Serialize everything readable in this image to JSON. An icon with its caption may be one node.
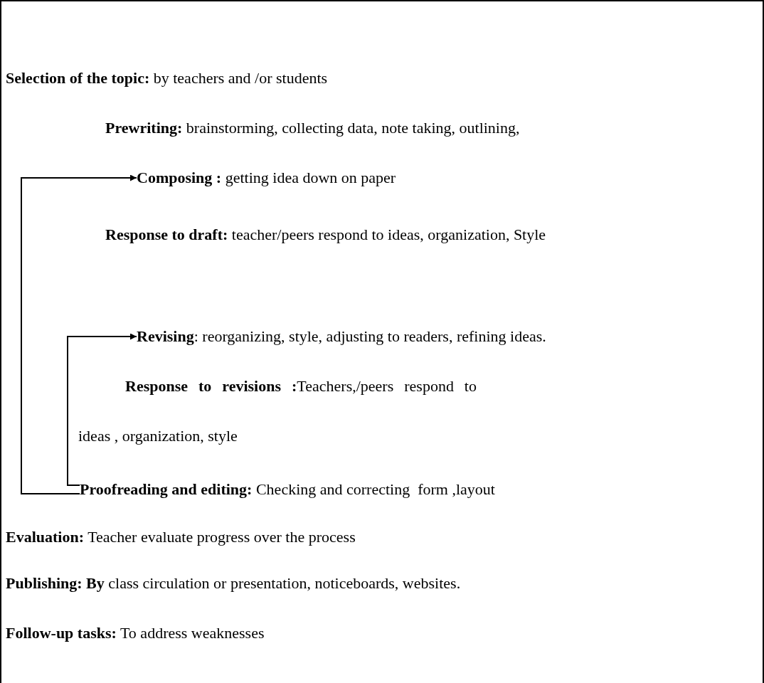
{
  "diagram": {
    "nodes": [
      {
        "text": [
          "**Selection of the topic:** by teachers and /or students"
        ]
      },
      {
        "text": [
          "**Prewriting:** brainstorming, collecting data, note taking, outlining,"
        ]
      },
      {
        "text": [
          "**Composing :** getting idea down on paper"
        ]
      },
      {
        "text": [
          "**Response to draft:** teacher/peers respond to ideas, organization, Style"
        ]
      },
      {
        "text": [
          "**Revising**: reorganizing, style, adjusting to readers, refining ideas."
        ]
      },
      {
        "text": [
          "**Response to revisions :**Teachers,/peers respond to ideas , organization, style"
        ]
      },
      {
        "text": [
          "**Proofreading and editing:** Checking and correcting  form ,layout"
        ]
      },
      {
        "text": [
          "**Evaluation:** Teacher evaluate progress over the process"
        ]
      },
      {
        "text": [
          "**Publishing: By** class circulation or presentation, noticeboards, websites."
        ]
      },
      {
        "text": [
          "**Follow-up tasks:** To address weaknesses"
        ]
      }
    ],
    "edges": [
      {
        "from": 6,
        "to": 2,
        "arrow": "to"
      },
      {
        "from": 6,
        "to": 4,
        "arrow": "to"
      }
    ]
  }
}
